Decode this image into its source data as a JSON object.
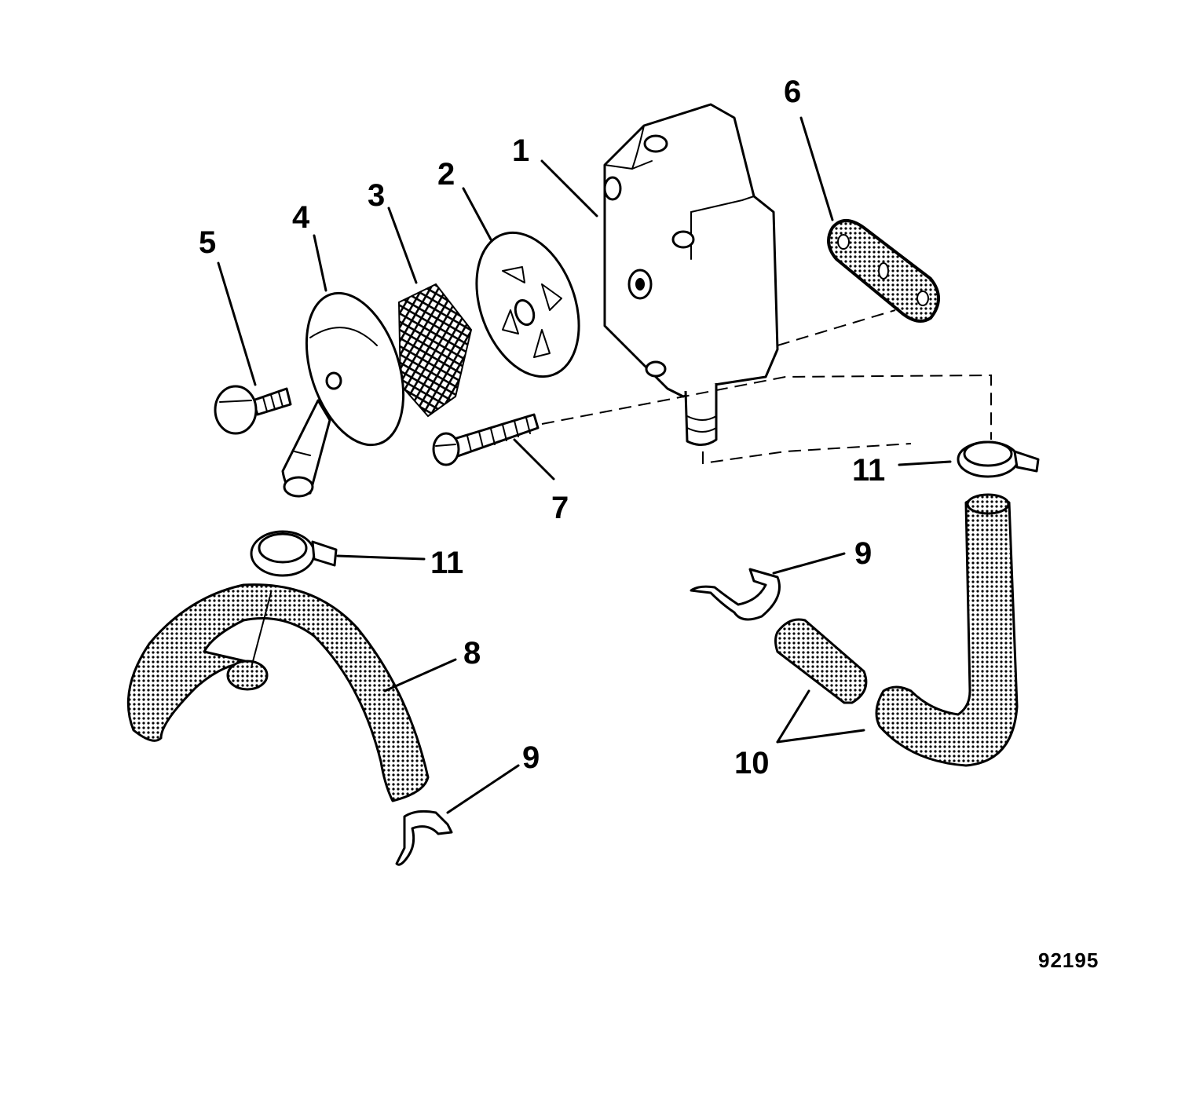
{
  "diagram": {
    "figure_number": "92195",
    "callouts": [
      {
        "id": "c1",
        "text": "1"
      },
      {
        "id": "c2",
        "text": "2"
      },
      {
        "id": "c3",
        "text": "3"
      },
      {
        "id": "c4",
        "text": "4"
      },
      {
        "id": "c5",
        "text": "5"
      },
      {
        "id": "c6",
        "text": "6"
      },
      {
        "id": "c7",
        "text": "7"
      },
      {
        "id": "c8",
        "text": "8"
      },
      {
        "id": "c9a",
        "text": "9"
      },
      {
        "id": "c9b",
        "text": "9"
      },
      {
        "id": "c10",
        "text": "10"
      },
      {
        "id": "c11a",
        "text": "11"
      },
      {
        "id": "c11b",
        "text": "11"
      }
    ]
  }
}
